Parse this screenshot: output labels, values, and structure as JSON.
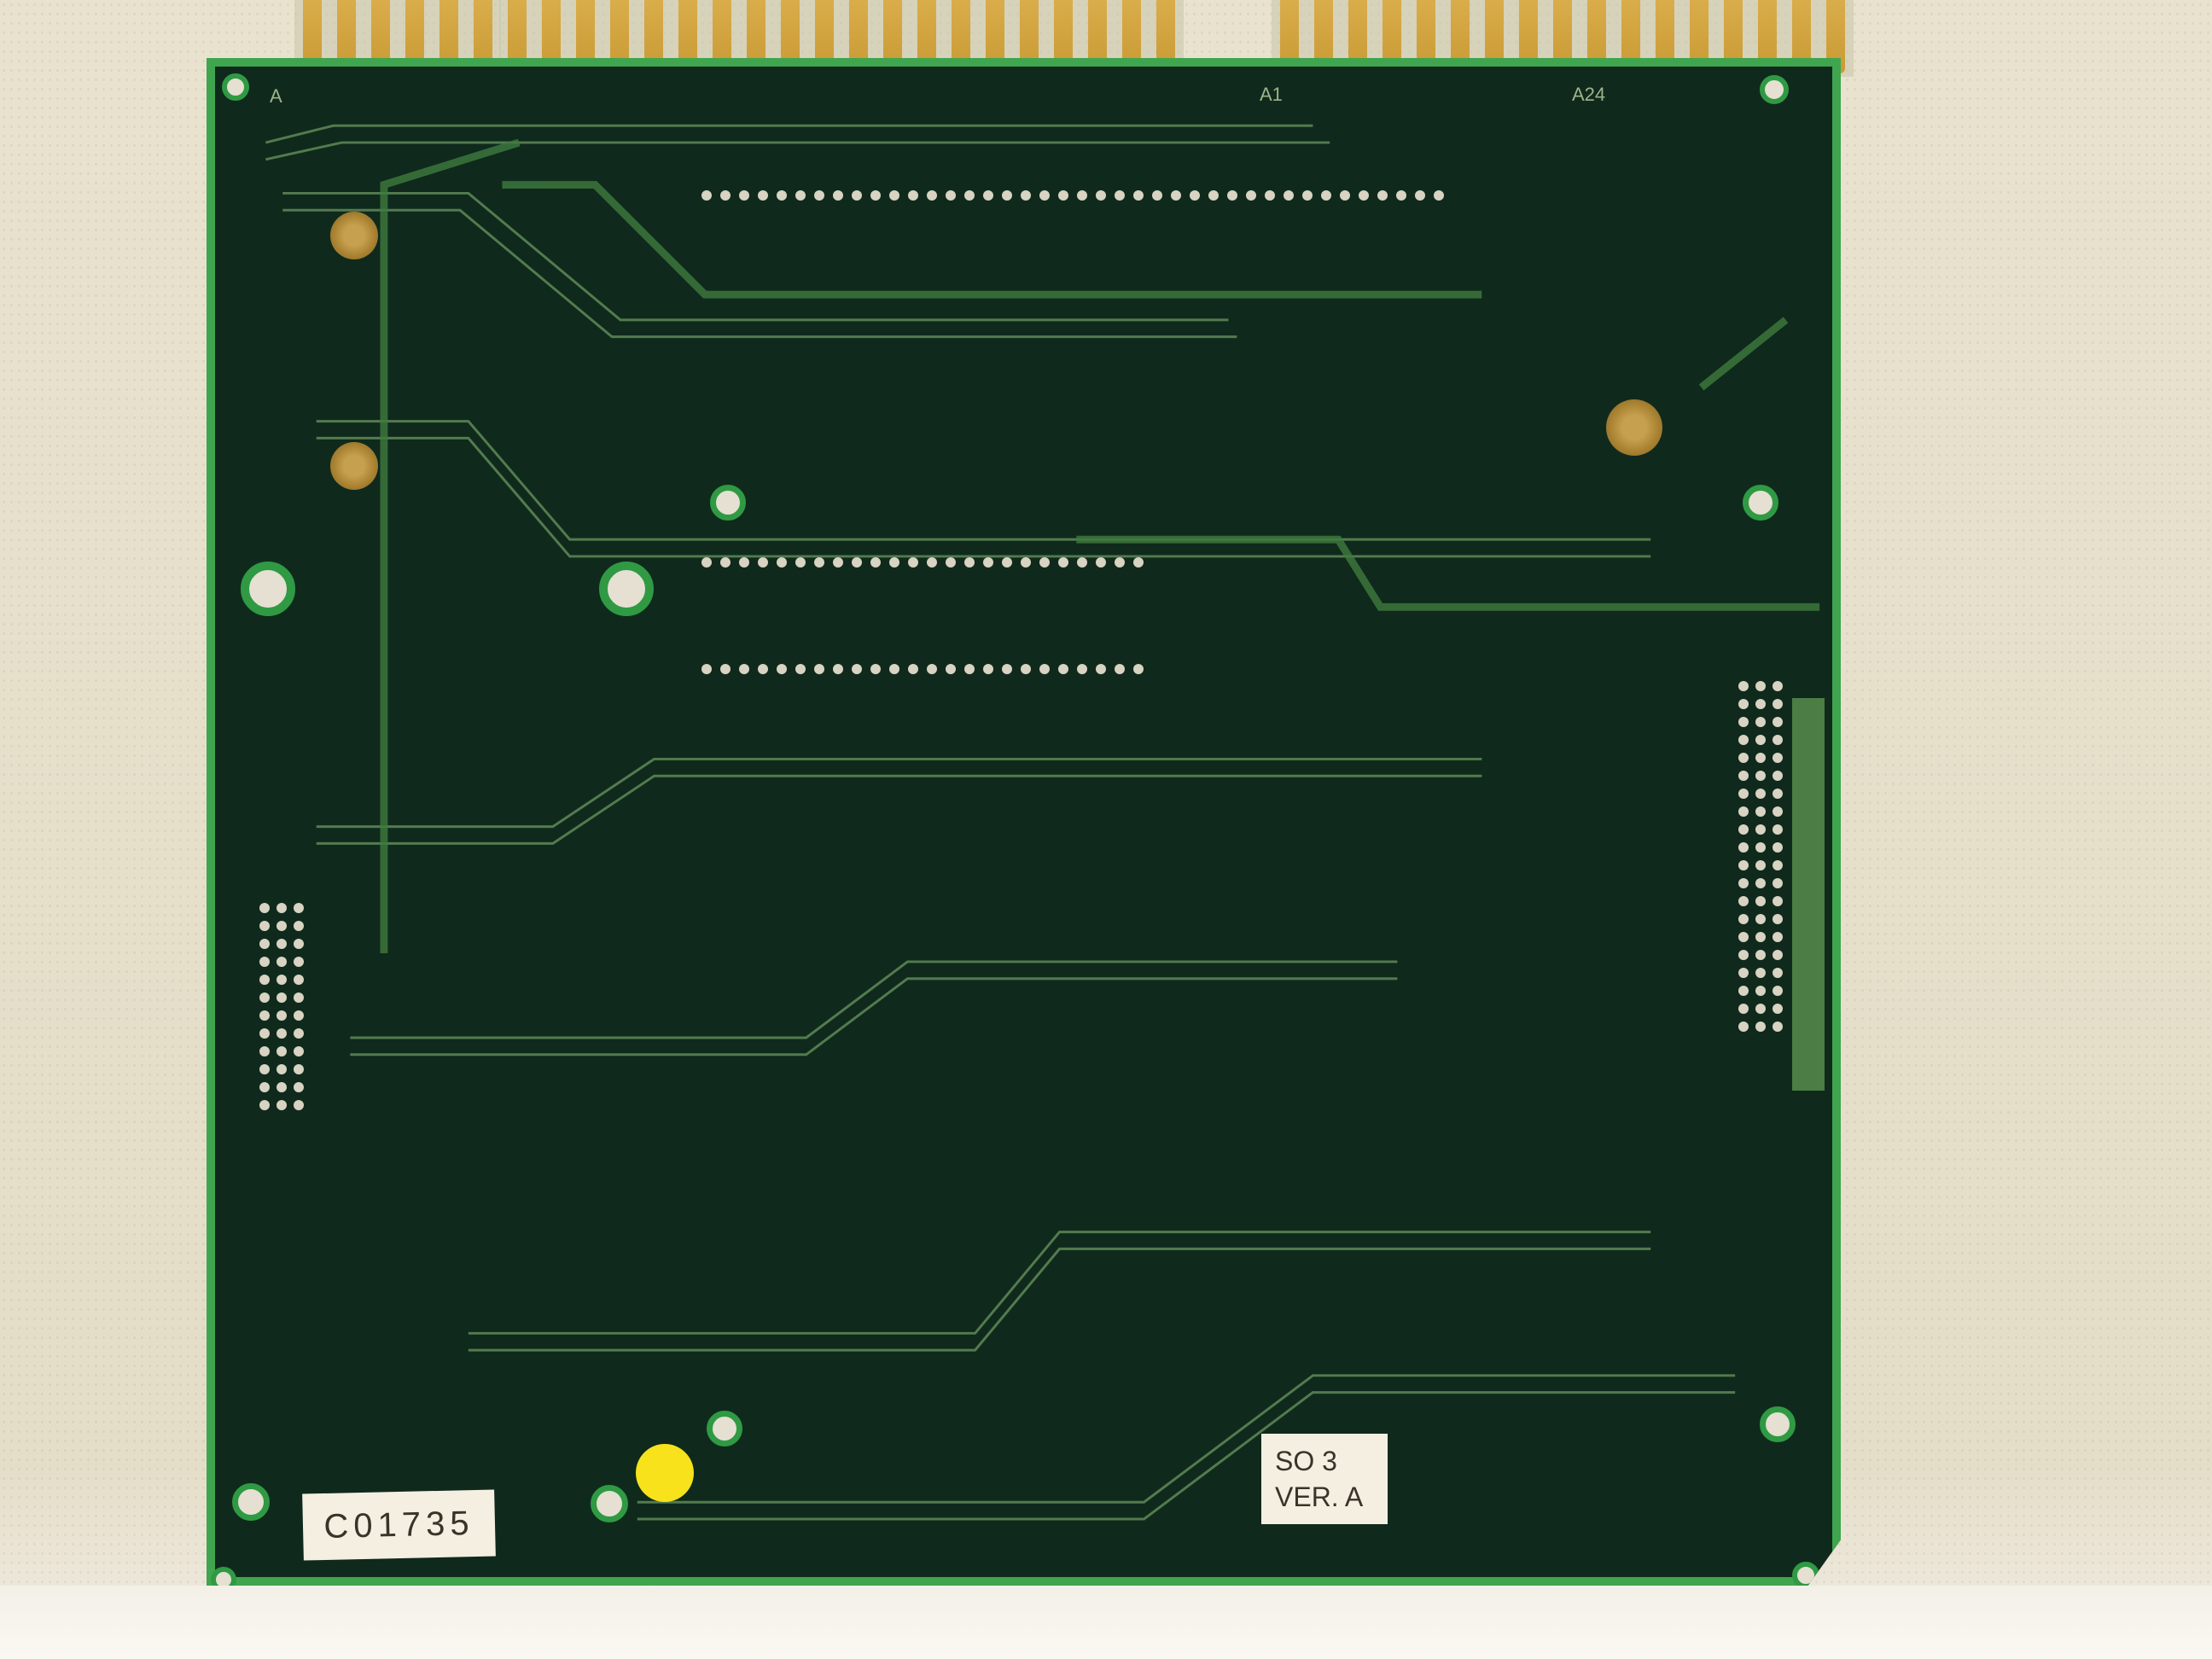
{
  "scene": {
    "subject": "circuit-board-back-side",
    "background": "textured-plaster-wall",
    "surface": "white-shelf"
  },
  "board": {
    "color": "#0f2a1c",
    "edge_color": "#3fa54e",
    "silkscreen": {
      "pin_a1": "A1",
      "pin_a24": "A24",
      "pin_a": "A"
    }
  },
  "labels": {
    "serial_sticker": "C01735",
    "version_sticker": {
      "line1": "SO 3",
      "line2": "VER. A"
    }
  },
  "markers": {
    "dot_color": "#f7e21c"
  },
  "connectors": {
    "edge_finger_color": "#d1a43f"
  }
}
